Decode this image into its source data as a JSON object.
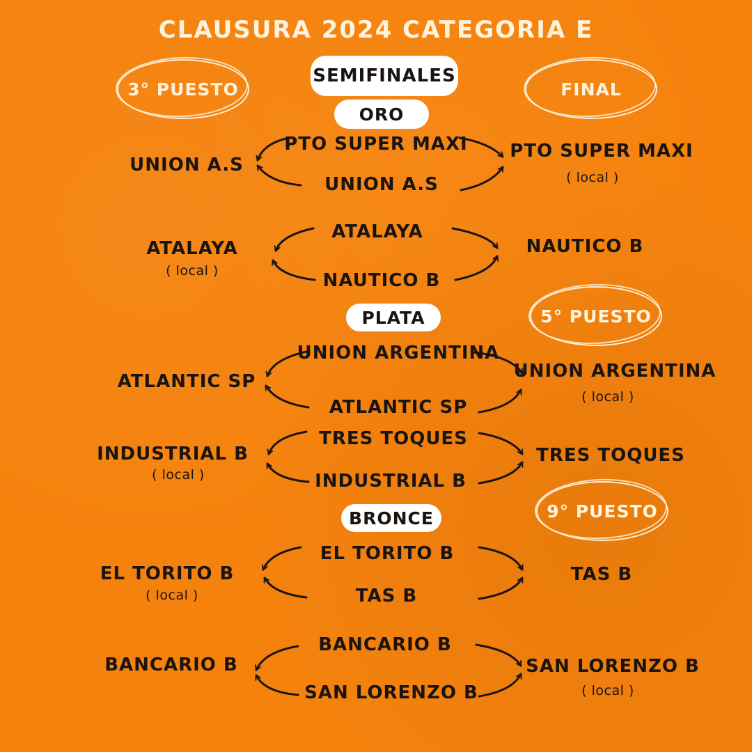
{
  "title": "CLAUSURA 2024  CATEGORIA  E",
  "headers": {
    "semifinales": "SEMIFINALES",
    "third_place": "3° PUESTO",
    "final": "FINAL",
    "fifth_place": "5° PUESTO",
    "ninth_place": "9° PUESTO"
  },
  "sections": {
    "oro": "ORO",
    "plata": "PLATA",
    "bronce": "BRONCE"
  },
  "local_label": "( local )",
  "matches": [
    {
      "team_top": "PTO  SUPER MAXI",
      "team_bottom": "UNION A.S",
      "left_team": "UNION A.S",
      "left_local": false,
      "right_team": "PTO  SUPER MAXI",
      "right_local": true
    },
    {
      "team_top": "ATALAYA",
      "team_bottom": "NAUTICO B",
      "left_team": "ATALAYA",
      "left_local": true,
      "right_team": "NAUTICO B",
      "right_local": false
    },
    {
      "team_top": "UNION ARGENTINA",
      "team_bottom": "ATLANTIC SP",
      "left_team": "ATLANTIC SP",
      "left_local": false,
      "right_team": "UNION ARGENTINA",
      "right_local": true
    },
    {
      "team_top": "TRES TOQUES",
      "team_bottom": "INDUSTRIAL B",
      "left_team": "INDUSTRIAL B",
      "left_local": true,
      "right_team": "TRES TOQUES",
      "right_local": false
    },
    {
      "team_top": "EL TORITO B",
      "team_bottom": "TAS B",
      "left_team": "EL TORITO B",
      "left_local": true,
      "right_team": "TAS B",
      "right_local": false
    },
    {
      "team_top": "BANCARIO B",
      "team_bottom": "SAN LORENZO B",
      "left_team": "BANCARIO B",
      "left_local": false,
      "right_team": "SAN LORENZO B",
      "right_local": true
    }
  ]
}
